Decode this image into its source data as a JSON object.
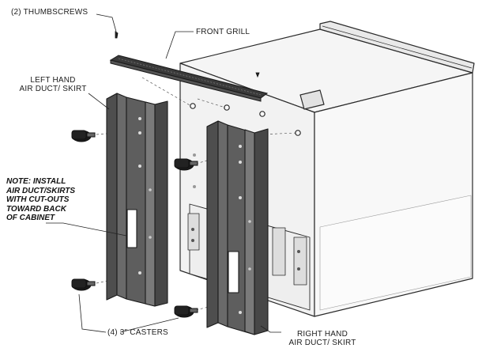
{
  "labels": {
    "thumbscrews": "(2) THUMBSCREWS",
    "front_grill": "FRONT GRILL",
    "left_hand_line1": "LEFT HAND",
    "left_hand_line2": "AIR DUCT/ SKIRT",
    "note_line1": "NOTE: INSTALL",
    "note_line2": "AIR DUCT/SKIRTS",
    "note_line3": "WITH CUT-OUTS",
    "note_line4": "TOWARD BACK",
    "note_line5": "OF CABINET",
    "casters": "(4) 3\" CASTERS",
    "right_hand_line1": "RIGHT HAND",
    "right_hand_line2": "AIR DUCT/ SKIRT"
  },
  "colors": {
    "line": "#2a2a2a",
    "cabinet": "#f4f4f4",
    "cabinet_shade": "#e6e6e6",
    "duct": "#5a5a5a",
    "duct_light": "#8a8a8a",
    "caster": "#1a1a1a"
  }
}
